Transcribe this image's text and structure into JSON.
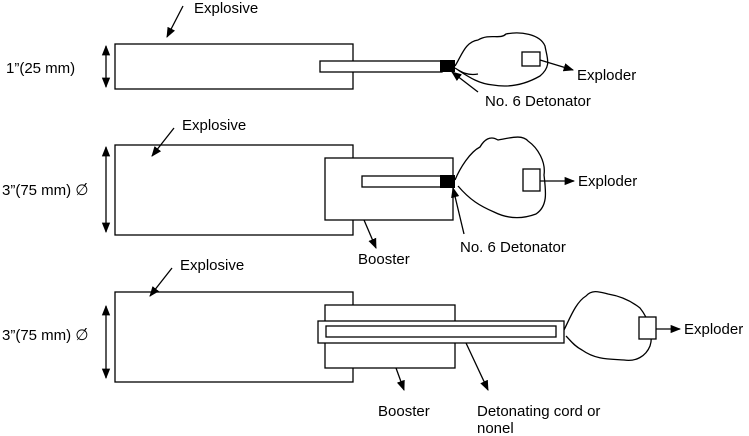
{
  "diagram_1": {
    "explosive_label": "Explosive",
    "dimension_label": "1”(25 mm)",
    "detonator_label": "No. 6 Detonator",
    "exploder_label": "Exploder"
  },
  "diagram_2": {
    "explosive_label": "Explosive",
    "dimension_label": "3”(75 mm) ∅́",
    "booster_label": "Booster",
    "detonator_label": "No. 6 Detonator",
    "exploder_label": "Exploder"
  },
  "diagram_3": {
    "explosive_label": "Explosive",
    "dimension_label": "3”(75 mm) ∅́",
    "booster_label": "Booster",
    "cord_label_line1": "Detonating cord or",
    "cord_label_line2": "nonel",
    "exploder_label": "Exploder"
  }
}
